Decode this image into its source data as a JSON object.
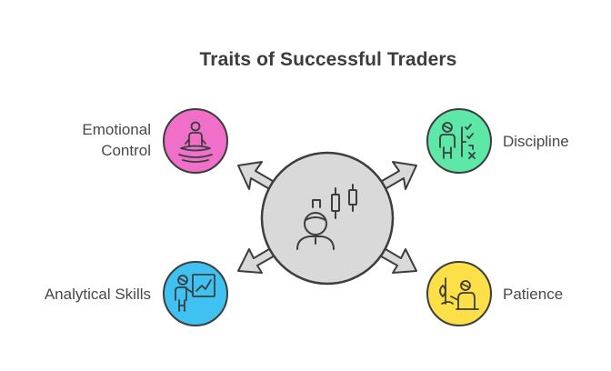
{
  "title": "Traits of Successful Traders",
  "traits": [
    {
      "label_lines": [
        "Emotional",
        "Control"
      ],
      "color": "#f06fc9",
      "icon": "meditation-icon"
    },
    {
      "label_lines": [
        "Discipline"
      ],
      "color": "#5ee8a8",
      "icon": "checklist-person-icon"
    },
    {
      "label_lines": [
        "Analytical Skills"
      ],
      "color": "#3fc2f2",
      "icon": "chart-presenter-icon"
    },
    {
      "label_lines": [
        "Patience"
      ],
      "color": "#fde047",
      "icon": "fishing-person-icon"
    }
  ],
  "center": {
    "color": "#d9d9d9",
    "icon": "trader-candlestick-icon"
  },
  "outline_color": "#3d3d3d"
}
